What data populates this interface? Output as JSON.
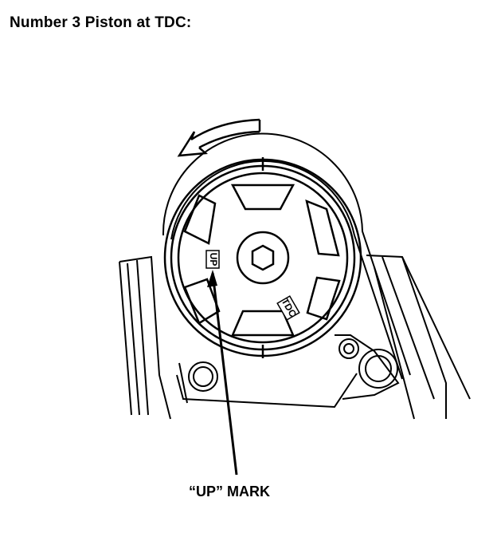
{
  "title": "Number 3 Piston at TDC:",
  "callout_label": "“UP” MARK",
  "pulley_marks": {
    "up": "UP",
    "tdc": "TDC"
  }
}
